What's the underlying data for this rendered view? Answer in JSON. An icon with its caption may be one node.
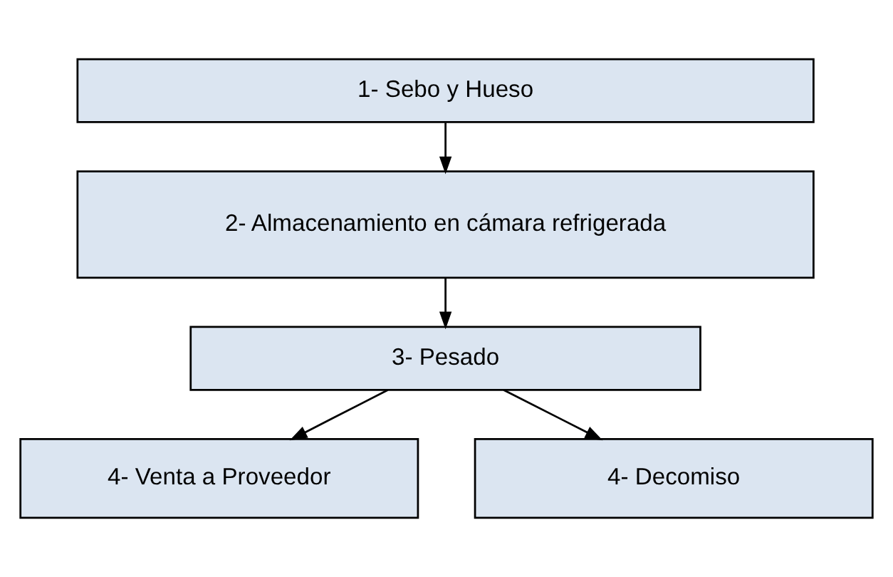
{
  "diagram": {
    "nodes": [
      {
        "text": [
          "1- Sebo y Hueso"
        ]
      },
      {
        "text": [
          "2- Almacenamiento en cámara refrigerada"
        ]
      },
      {
        "text": [
          "3- Pesado"
        ]
      },
      {
        "text": [
          "4- Venta a Proveedor"
        ]
      },
      {
        "text": [
          "4- Decomiso"
        ]
      }
    ],
    "edges": [
      {
        "from": 0,
        "to": 1,
        "arrow": "to"
      },
      {
        "from": 1,
        "to": 2,
        "arrow": "to"
      },
      {
        "from": 2,
        "to": 3,
        "arrow": "to"
      },
      {
        "from": 2,
        "to": 4,
        "arrow": "to"
      }
    ]
  }
}
